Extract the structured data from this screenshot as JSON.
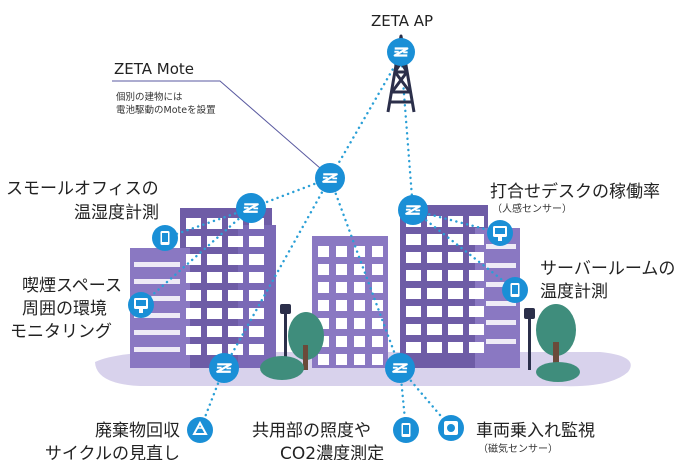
{
  "title_ap": "ZETA AP",
  "title_mote": "ZETA Mote",
  "mote_desc": [
    "個別の建物には",
    "電池駆動のMoteを設置"
  ],
  "uses": {
    "small_office": [
      "スモールオフィスの",
      "温湿度計測"
    ],
    "smoking": [
      "喫煙スペース",
      "周囲の環境",
      "モニタリング"
    ],
    "meeting": {
      "line1": "打合せデスクの稼働率",
      "sub": "（人感センサー）"
    },
    "server": [
      "サーバールームの",
      "温度計測"
    ],
    "waste": [
      "廃棄物回収",
      "サイクルの見直し"
    ],
    "common": [
      "共用部の照度や",
      "CO2濃度測定"
    ],
    "parking": {
      "line1": "車両乗入れ監視",
      "sub": "（磁気センサー）"
    }
  },
  "colors": {
    "zeta_blue": "#1a8fd6",
    "dots": "#2a9fd6",
    "building_dark": "#6e5ca6",
    "building_mid": "#8a78c2",
    "building_light": "#a193d0",
    "ground": "#d8d2ec",
    "tree": "#3f8d7c",
    "tower": "#2b2f4a"
  }
}
